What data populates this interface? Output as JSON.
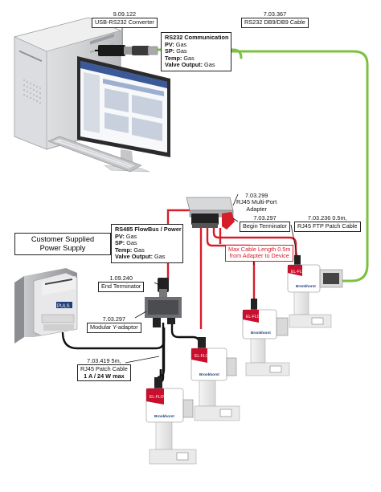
{
  "labels": {
    "usb_converter": {
      "code": "9.09.122",
      "name": "USB-RS232 Converter"
    },
    "rs232_cable": {
      "code": "7.03.367",
      "name": "RS232 DB9/DB9 Cable"
    },
    "multiport_adapter": {
      "code": "7.03.299",
      "name": "RJ45 Multi-Port",
      "name2": "Adapter"
    },
    "begin_terminator": {
      "code": "7.03.297",
      "name": "Begin Terminator"
    },
    "ftp_patch_cable": {
      "code": "7.03.236 0.5m,",
      "name": "RJ45 FTP Patch Cable"
    },
    "end_terminator": {
      "code": "1.09.240",
      "name": "End Terminator"
    },
    "y_adaptor": {
      "code": "7.03.297",
      "name": "Modular Y-adaptor"
    },
    "rj45_patch_cable": {
      "code": "7.03.419 5m,",
      "name": "RJ45 Patch Cable",
      "rating": "1 A / 24 W max"
    },
    "max_cable_length": {
      "line1": "Max Cable Length 0.5m",
      "line2": "from Adapter to Device"
    },
    "customer_psu": {
      "line1": "Customer Supplied",
      "line2": "Power Supply"
    }
  },
  "rs232_box": {
    "title": "RS232 Communication",
    "rows": [
      {
        "key": "PV:",
        "val": " Gas"
      },
      {
        "key": "SP:",
        "val": " Gas"
      },
      {
        "key": "Temp:",
        "val": " Gas"
      },
      {
        "key": "Valve Output:",
        "val": " Gas"
      }
    ]
  },
  "rs485_box": {
    "title": "RS485 FlowBus / Power",
    "rows": [
      {
        "key": "PV:",
        "val": " Gas"
      },
      {
        "key": "SP:",
        "val": " Gas"
      },
      {
        "key": "Temp:",
        "val": " Gas"
      },
      {
        "key": "Valve Output:",
        "val": " Gas"
      }
    ]
  },
  "device_text": {
    "brand": "Bronkhorst",
    "model": "EL-FLOW",
    "psu_brand": "PULS"
  },
  "colors": {
    "green_cable": "#7cc142",
    "red_cable": "#d51e2a",
    "black_cable": "#111111",
    "device_red": "#c8102e"
  }
}
